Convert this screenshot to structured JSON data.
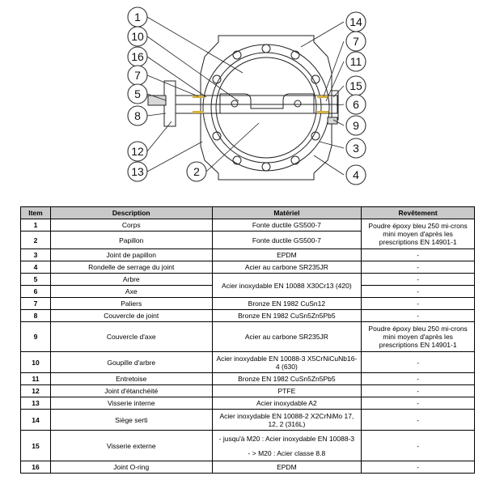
{
  "drawing": {
    "callouts": [
      "1",
      "10",
      "16",
      "7",
      "5",
      "8",
      "12",
      "13",
      "2",
      "14",
      "7",
      "11",
      "15",
      "6",
      "9",
      "3",
      "4"
    ]
  },
  "table": {
    "headers": [
      "Item",
      "Description",
      "Matériel",
      "Revêtement"
    ],
    "rows": [
      {
        "item": "1",
        "description": "Corps",
        "material": "Fonte ductile GS500-7",
        "coating": "Poudre époxy bleu 250 mi-crons mini moyen d'après les prescriptions EN 14901-1"
      },
      {
        "item": "2",
        "description": "Papillon",
        "material": "Fonte ductile GS500-7",
        "coating": ""
      },
      {
        "item": "3",
        "description": "Joint de papillon",
        "material": "EPDM",
        "coating": "-"
      },
      {
        "item": "4",
        "description": "Rondelle de serrage du joint",
        "material": "Acier au carbone SR235JR",
        "coating": "-"
      },
      {
        "item": "5",
        "description": "Arbre",
        "material": "Acier inoxydable EN 10088 X30Cr13 (420)",
        "coating": "-"
      },
      {
        "item": "6",
        "description": "Axe",
        "material": "",
        "coating": "-"
      },
      {
        "item": "7",
        "description": "Paliers",
        "material": "Bronze EN 1982 CuSn12",
        "coating": "-"
      },
      {
        "item": "8",
        "description": "Couvercle de joint",
        "material": "Bronze EN 1982 CuSn5Zn5Pb5",
        "coating": "-"
      },
      {
        "item": "9",
        "description": "Couvercle d'axe",
        "material": "Acier au carbone SR235JR",
        "coating": "Poudre époxy bleu 250 mi-crons mini moyen d'après les prescriptions EN 14901-1"
      },
      {
        "item": "10",
        "description": "Goupille d'arbre",
        "material": "Acier inoxydable EN 10088-3 X5CrNiCuNb16-4 (630)",
        "coating": "-"
      },
      {
        "item": "11",
        "description": "Entretoise",
        "material": "Bronze EN 1982 CuSn5Zn5Pb5",
        "coating": "-"
      },
      {
        "item": "12",
        "description": "Joint d'étanchéité",
        "material": "PTFE",
        "coating": "-"
      },
      {
        "item": "13",
        "description": "Visserie interne",
        "material": "Acier inoxydable A2",
        "coating": "-"
      },
      {
        "item": "14",
        "description": "Siège serti",
        "material": "Acier inoxydable EN 10088-2 X2CrNiMo 17, 12, 2 (316L)",
        "coating": "-"
      },
      {
        "item": "15",
        "description": "Visserie externe",
        "material_lines": [
          "- jusqu'à M20 : Acier inoxydable EN 10088-3",
          "- > M20 : Acier classe 8.8"
        ],
        "coating": "-"
      },
      {
        "item": "16",
        "description": "Joint O-ring",
        "material": "EPDM",
        "coating": "-"
      }
    ]
  }
}
